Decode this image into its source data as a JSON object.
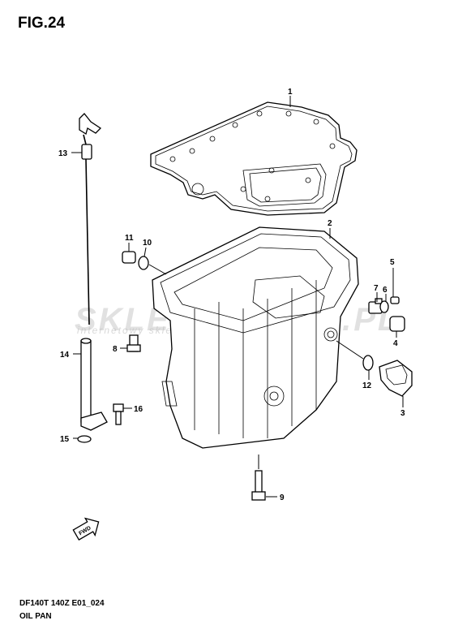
{
  "figure": {
    "title": "FIG.24",
    "model_code": "DF140T 140Z E01_024",
    "caption": "OIL PAN"
  },
  "watermark": {
    "text": "SKLEPMOTO24.PL",
    "subtext": "internetowy sklep motocyklowy"
  },
  "callouts": [
    "1",
    "2",
    "3",
    "4",
    "5",
    "6",
    "7",
    "8",
    "9",
    "10",
    "11",
    "12",
    "13",
    "14",
    "15",
    "16"
  ],
  "fwd_label": "FWD",
  "colors": {
    "line": "#000000",
    "watermark_accent": "#e8413a"
  }
}
